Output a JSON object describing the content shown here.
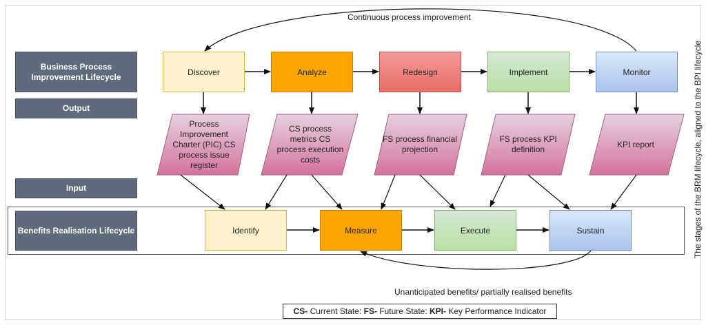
{
  "labels": {
    "bpi": "Business Process Improvement Lifecycle",
    "output": "Output",
    "input": "Input",
    "brm": "Benefits Realisation Lifecycle"
  },
  "bpi_stages": {
    "discover": "Discover",
    "analyze": "Analyze",
    "redesign": "Redesign",
    "implement": "Implement",
    "monitor": "Monitor"
  },
  "outputs": {
    "pic": "Process Improvement Charter (PIC) CS process issue register",
    "metrics": "CS process metrics CS process execution costs",
    "financial": "FS process financial projection",
    "kpi_def": "FS process KPI definition",
    "kpi_report": "KPI report"
  },
  "brm_stages": {
    "identify": "Identify",
    "measure": "Measure",
    "execute": "Execute",
    "sustain": "Sustain"
  },
  "captions": {
    "top": "Continuous process improvement",
    "bottom": "Unanticipated benefits/ partially realised benefits",
    "side": "The stages of the BRM lifecycle, aligned to the BPI lifecycle"
  },
  "legend": {
    "cs_abbr": "CS-",
    "cs_text": "Current State:",
    "fs_abbr": "FS-",
    "fs_text": "Future State:",
    "kpi_abbr": "KPI-",
    "kpi_text": "Key Performance Indicator"
  },
  "colors": {
    "yellow": "#fff2cc",
    "orange": "#ffa500",
    "red": "#ea6b66",
    "green": "#b9e0a5",
    "blue": "#a9c4eb",
    "pink": "#d5739d",
    "label": "#5f6b7c"
  }
}
